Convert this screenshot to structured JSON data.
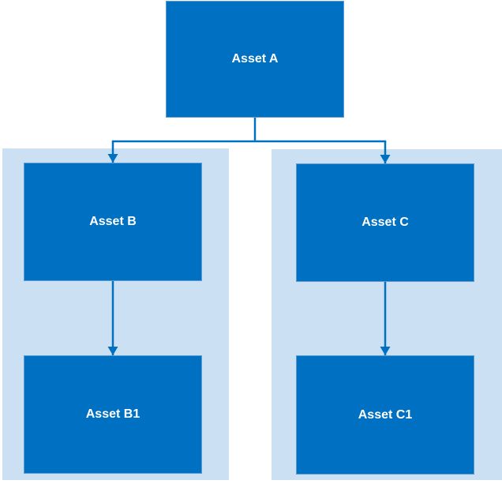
{
  "diagram": {
    "type": "hierarchy",
    "nodes": {
      "a": {
        "label": "Asset A"
      },
      "b": {
        "label": "Asset B"
      },
      "b1": {
        "label": "Asset B1"
      },
      "c": {
        "label": "Asset C"
      },
      "c1": {
        "label": "Asset C1"
      }
    },
    "edges": [
      {
        "from": "Asset A",
        "to": "Asset B"
      },
      {
        "from": "Asset A",
        "to": "Asset C"
      },
      {
        "from": "Asset B",
        "to": "Asset B1"
      },
      {
        "from": "Asset C",
        "to": "Asset C1"
      }
    ],
    "groups": [
      {
        "members": [
          "Asset B",
          "Asset B1"
        ]
      },
      {
        "members": [
          "Asset C",
          "Asset C1"
        ]
      }
    ],
    "colors": {
      "node_fill": "#0070c2",
      "node_border": "#5b9bd5",
      "node_text": "#ffffff",
      "group_fill": "#cce0f3",
      "connector": "#0070c0",
      "background": "#ffffff"
    }
  }
}
